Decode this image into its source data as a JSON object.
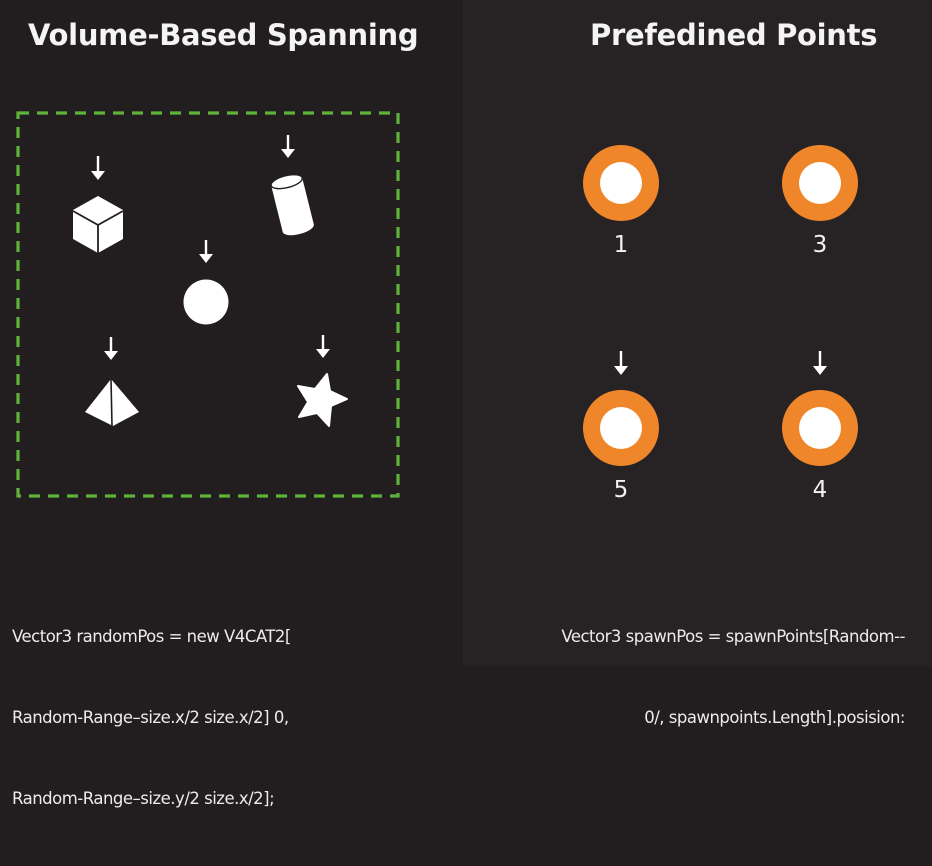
{
  "left_panel": {
    "title": "Volume-Based Spanning",
    "code_lines": [
      "Vector3 randomPos = new V4CAT2[",
      "Random-Range–size.x/2 size.x/2] 0,",
      "Random-Range–size.y/2 size.x/2];"
    ],
    "volume_border_color": "#5fb33b",
    "objects": [
      {
        "shape": "cube-icon",
        "has_arrow": true
      },
      {
        "shape": "cylinder-icon",
        "has_arrow": true
      },
      {
        "shape": "sphere-icon",
        "has_arrow": true
      },
      {
        "shape": "pyramid-icon",
        "has_arrow": true
      },
      {
        "shape": "star-icon",
        "has_arrow": true
      }
    ]
  },
  "right_panel": {
    "title": "Prefedined Points",
    "code_lines": [
      "Vector3 spawnPos = spawnPoints[Random--",
      "0/, spawnpoints.Length].posision:"
    ],
    "point_ring_color": "#f0862a",
    "point_center_color": "#ffffff",
    "points": [
      {
        "label": "1",
        "has_arrow": false
      },
      {
        "label": "3",
        "has_arrow": false
      },
      {
        "label": "5",
        "has_arrow": true
      },
      {
        "label": "4",
        "has_arrow": true
      }
    ]
  }
}
